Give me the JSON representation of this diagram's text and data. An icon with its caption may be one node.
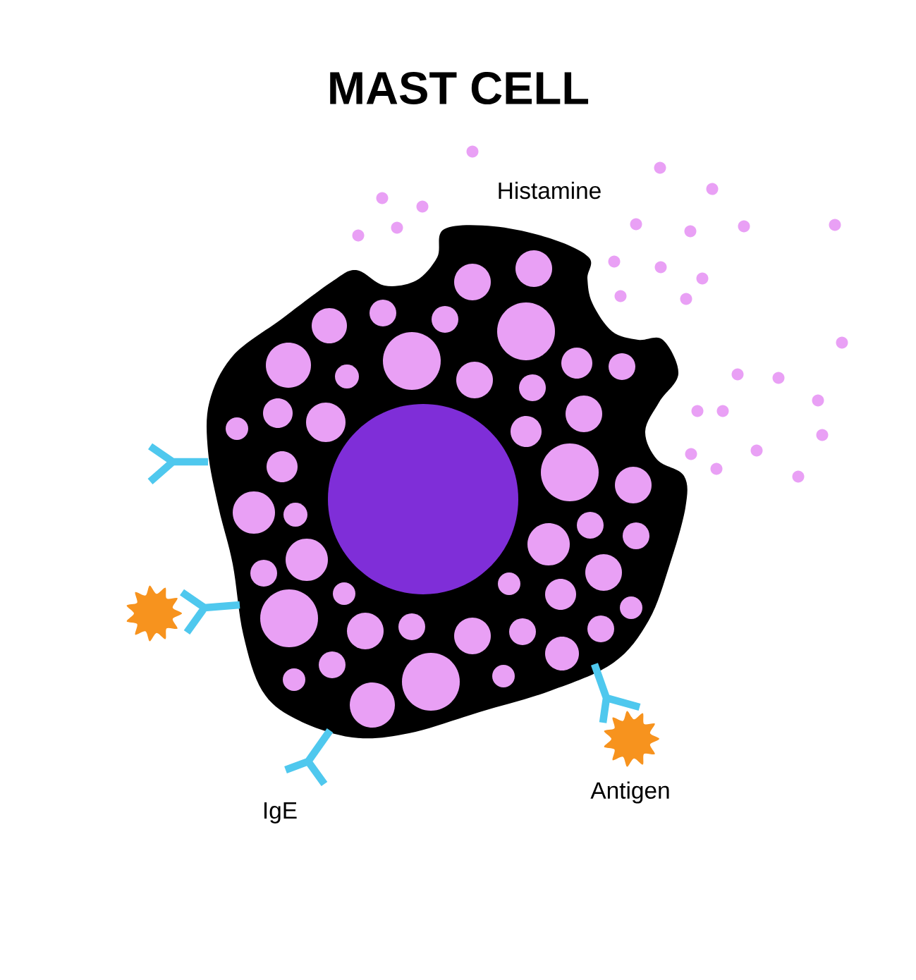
{
  "diagram": {
    "title": "MAST CELL",
    "labels": [
      "Histamine",
      "IgE",
      "Antigen"
    ]
  }
}
